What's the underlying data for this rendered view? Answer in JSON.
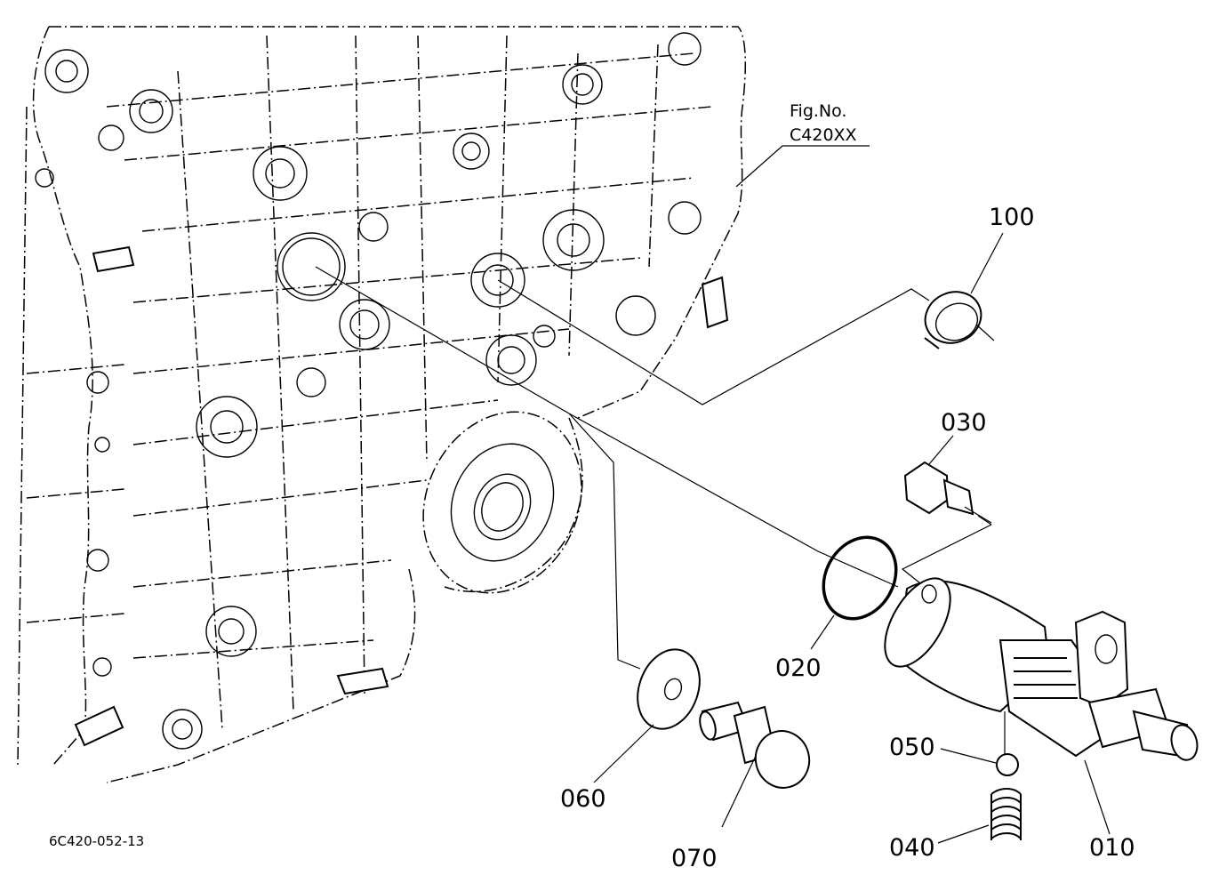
{
  "figure_reference": {
    "line1": "Fig.No.",
    "line2": "C420XX"
  },
  "drawing_code": "6C420-052-13",
  "callouts": [
    {
      "id": "100",
      "label": "100"
    },
    {
      "id": "030",
      "label": "030"
    },
    {
      "id": "020",
      "label": "020"
    },
    {
      "id": "060",
      "label": "060"
    },
    {
      "id": "070",
      "label": "070"
    },
    {
      "id": "050",
      "label": "050"
    },
    {
      "id": "040",
      "label": "040"
    },
    {
      "id": "010",
      "label": "010"
    }
  ]
}
